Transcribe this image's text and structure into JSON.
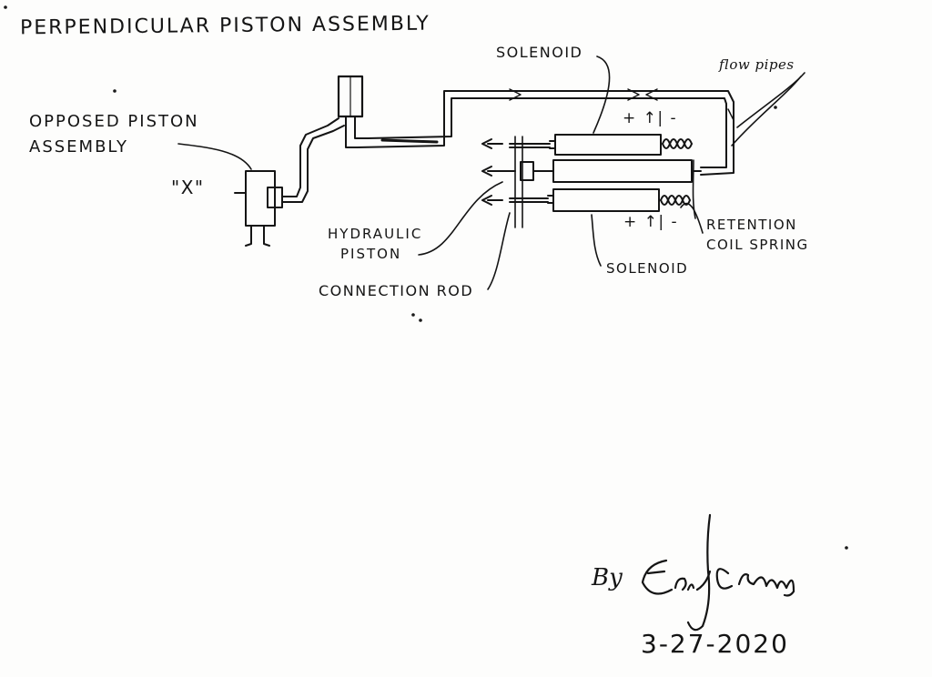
{
  "diagram": {
    "title": "PERPENDICULAR PISTON ASSEMBLY",
    "labels": {
      "opposed_piston": [
        "OPPOSED PISTON",
        "ASSEMBLY"
      ],
      "x_mark": "\"X\"",
      "solenoid_top": "SOLENOID",
      "flow_pipes": "flow pipes",
      "polarity_top": "+ ↑| -",
      "polarity_bottom": "+ ↑| -",
      "hydraulic_piston": [
        "HYDRAULIC",
        "PISTON"
      ],
      "retention_spring": [
        "RETENTION",
        "COIL SPRING"
      ],
      "solenoid_bottom": "SOLENOID",
      "connection_rod": "CONNECTION ROD"
    }
  },
  "signature": {
    "by": "By",
    "name": "Eric J Crews",
    "date": "3-27-2020"
  }
}
